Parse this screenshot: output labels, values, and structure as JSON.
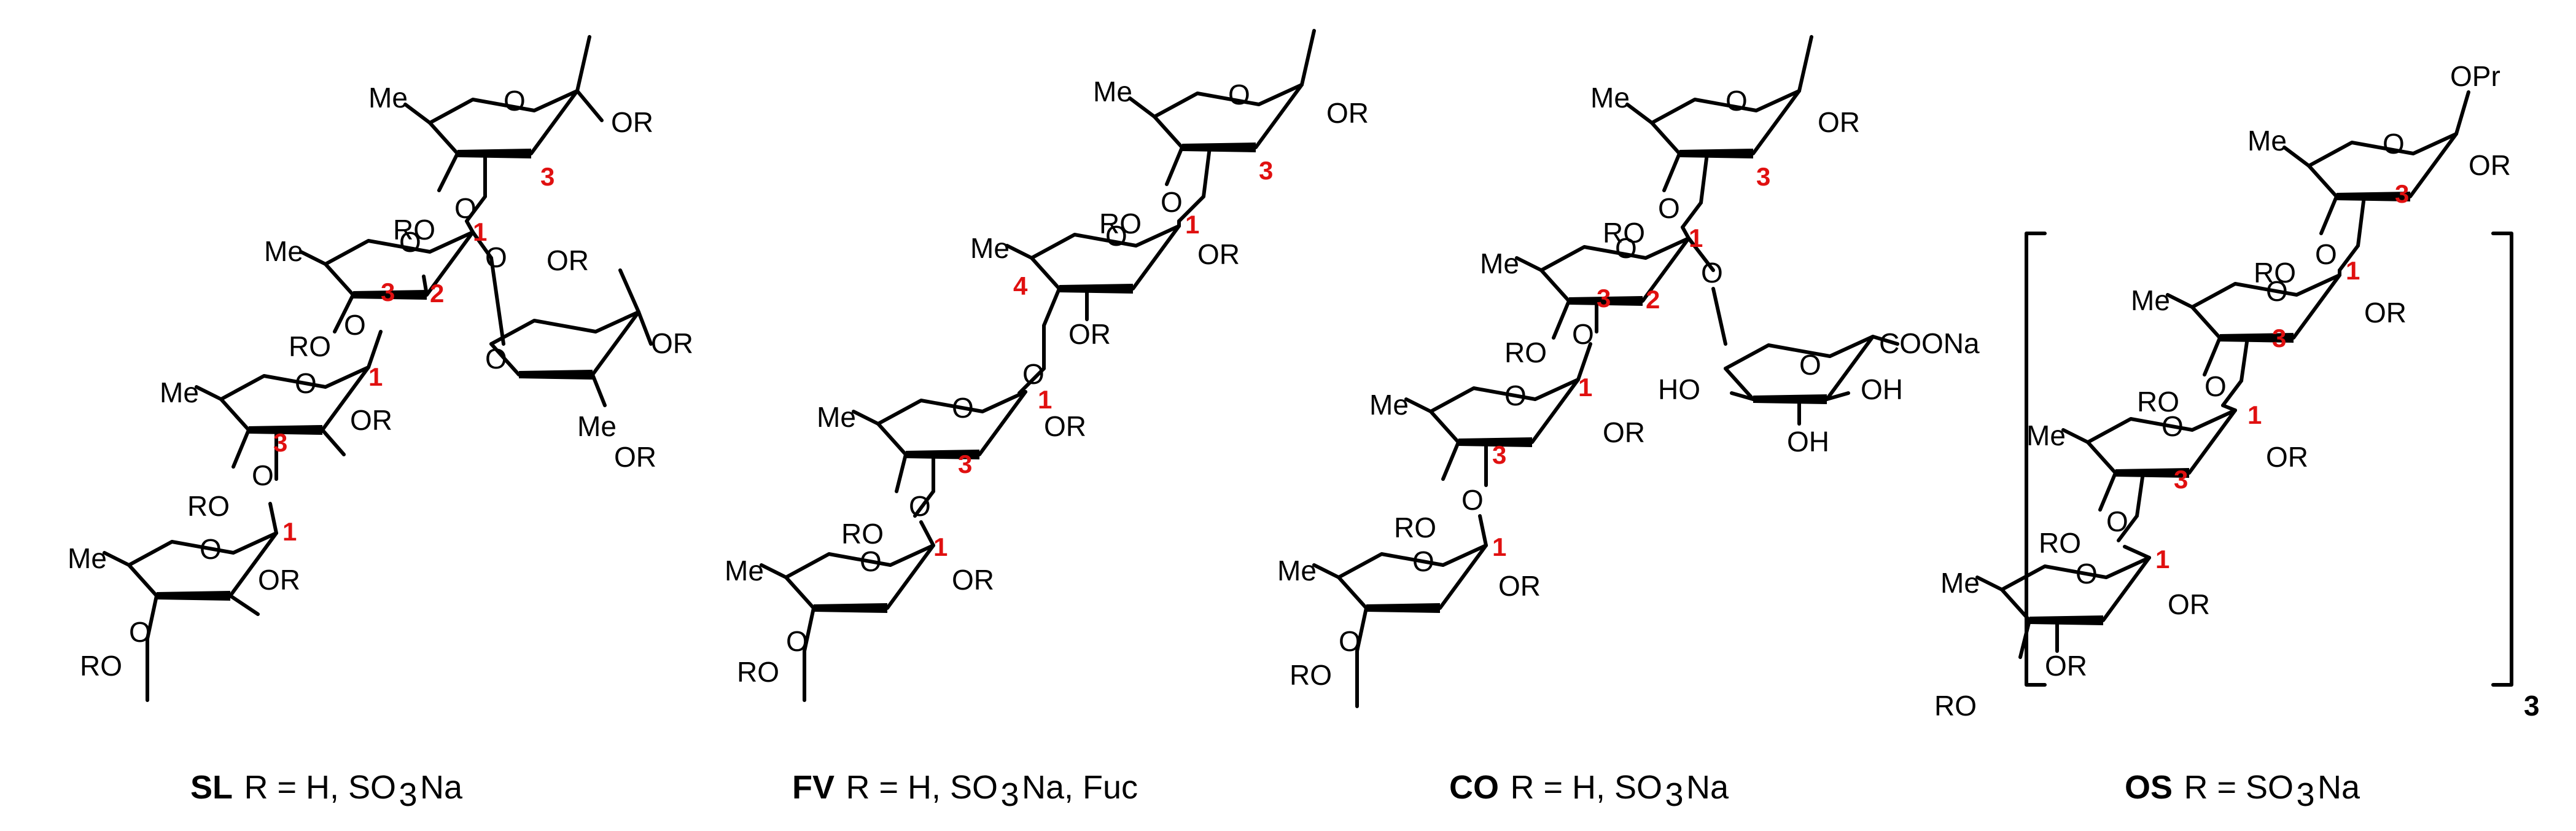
{
  "labels": {
    "me": "Me",
    "or": "OR",
    "ro": "RO",
    "o": "O",
    "oh": "OH",
    "ho": "HO",
    "coona": "COONa",
    "opr": "OPr",
    "repeat": "3"
  },
  "linkage_numbers": {
    "one": "1",
    "two": "2",
    "three": "3",
    "four": "4"
  },
  "compounds": [
    {
      "code": "SL",
      "r_def": "R = H, SO",
      "sub": "3",
      "tail": "Na"
    },
    {
      "code": "FV",
      "r_def": "R = H, SO",
      "sub": "3",
      "tail": "Na, Fuc"
    },
    {
      "code": "CO",
      "r_def": "R = H, SO",
      "sub": "3",
      "tail": "Na"
    },
    {
      "code": "OS",
      "r_def": "R = SO",
      "sub": "3",
      "tail": "Na"
    }
  ]
}
